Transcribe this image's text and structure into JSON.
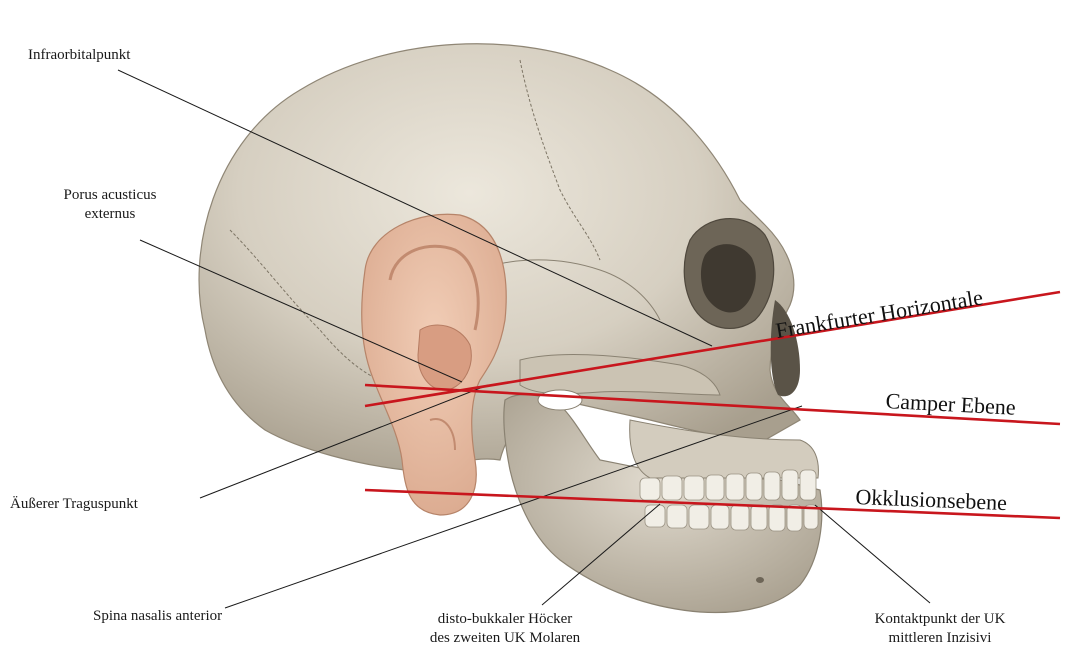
{
  "labels": {
    "infraorbitalpunkt": "Infraorbitalpunkt",
    "porus_line1": "Porus acusticus",
    "porus_line2": "externus",
    "tragus": "Äußerer Traguspunkt",
    "spina": "Spina nasalis anterior",
    "hoecker_line1": "disto-bukkaler Höcker",
    "hoecker_line2": "des zweiten UK Molaren",
    "kontakt_line1": "Kontaktpunkt der UK",
    "kontakt_line2": "mittleren Inzisivi"
  },
  "planes": {
    "frankfurter": "Frankfurter Horizontale",
    "camper": "Camper Ebene",
    "okklusion": "Okklusionsebene"
  },
  "colors": {
    "plane_line": "#c8161d",
    "leader_line": "#1a1a1a",
    "bone": "#d9d2c4",
    "bone_shadow": "#a9a08f",
    "ear": "#e8bfa6",
    "teeth": "#f1eee6"
  }
}
